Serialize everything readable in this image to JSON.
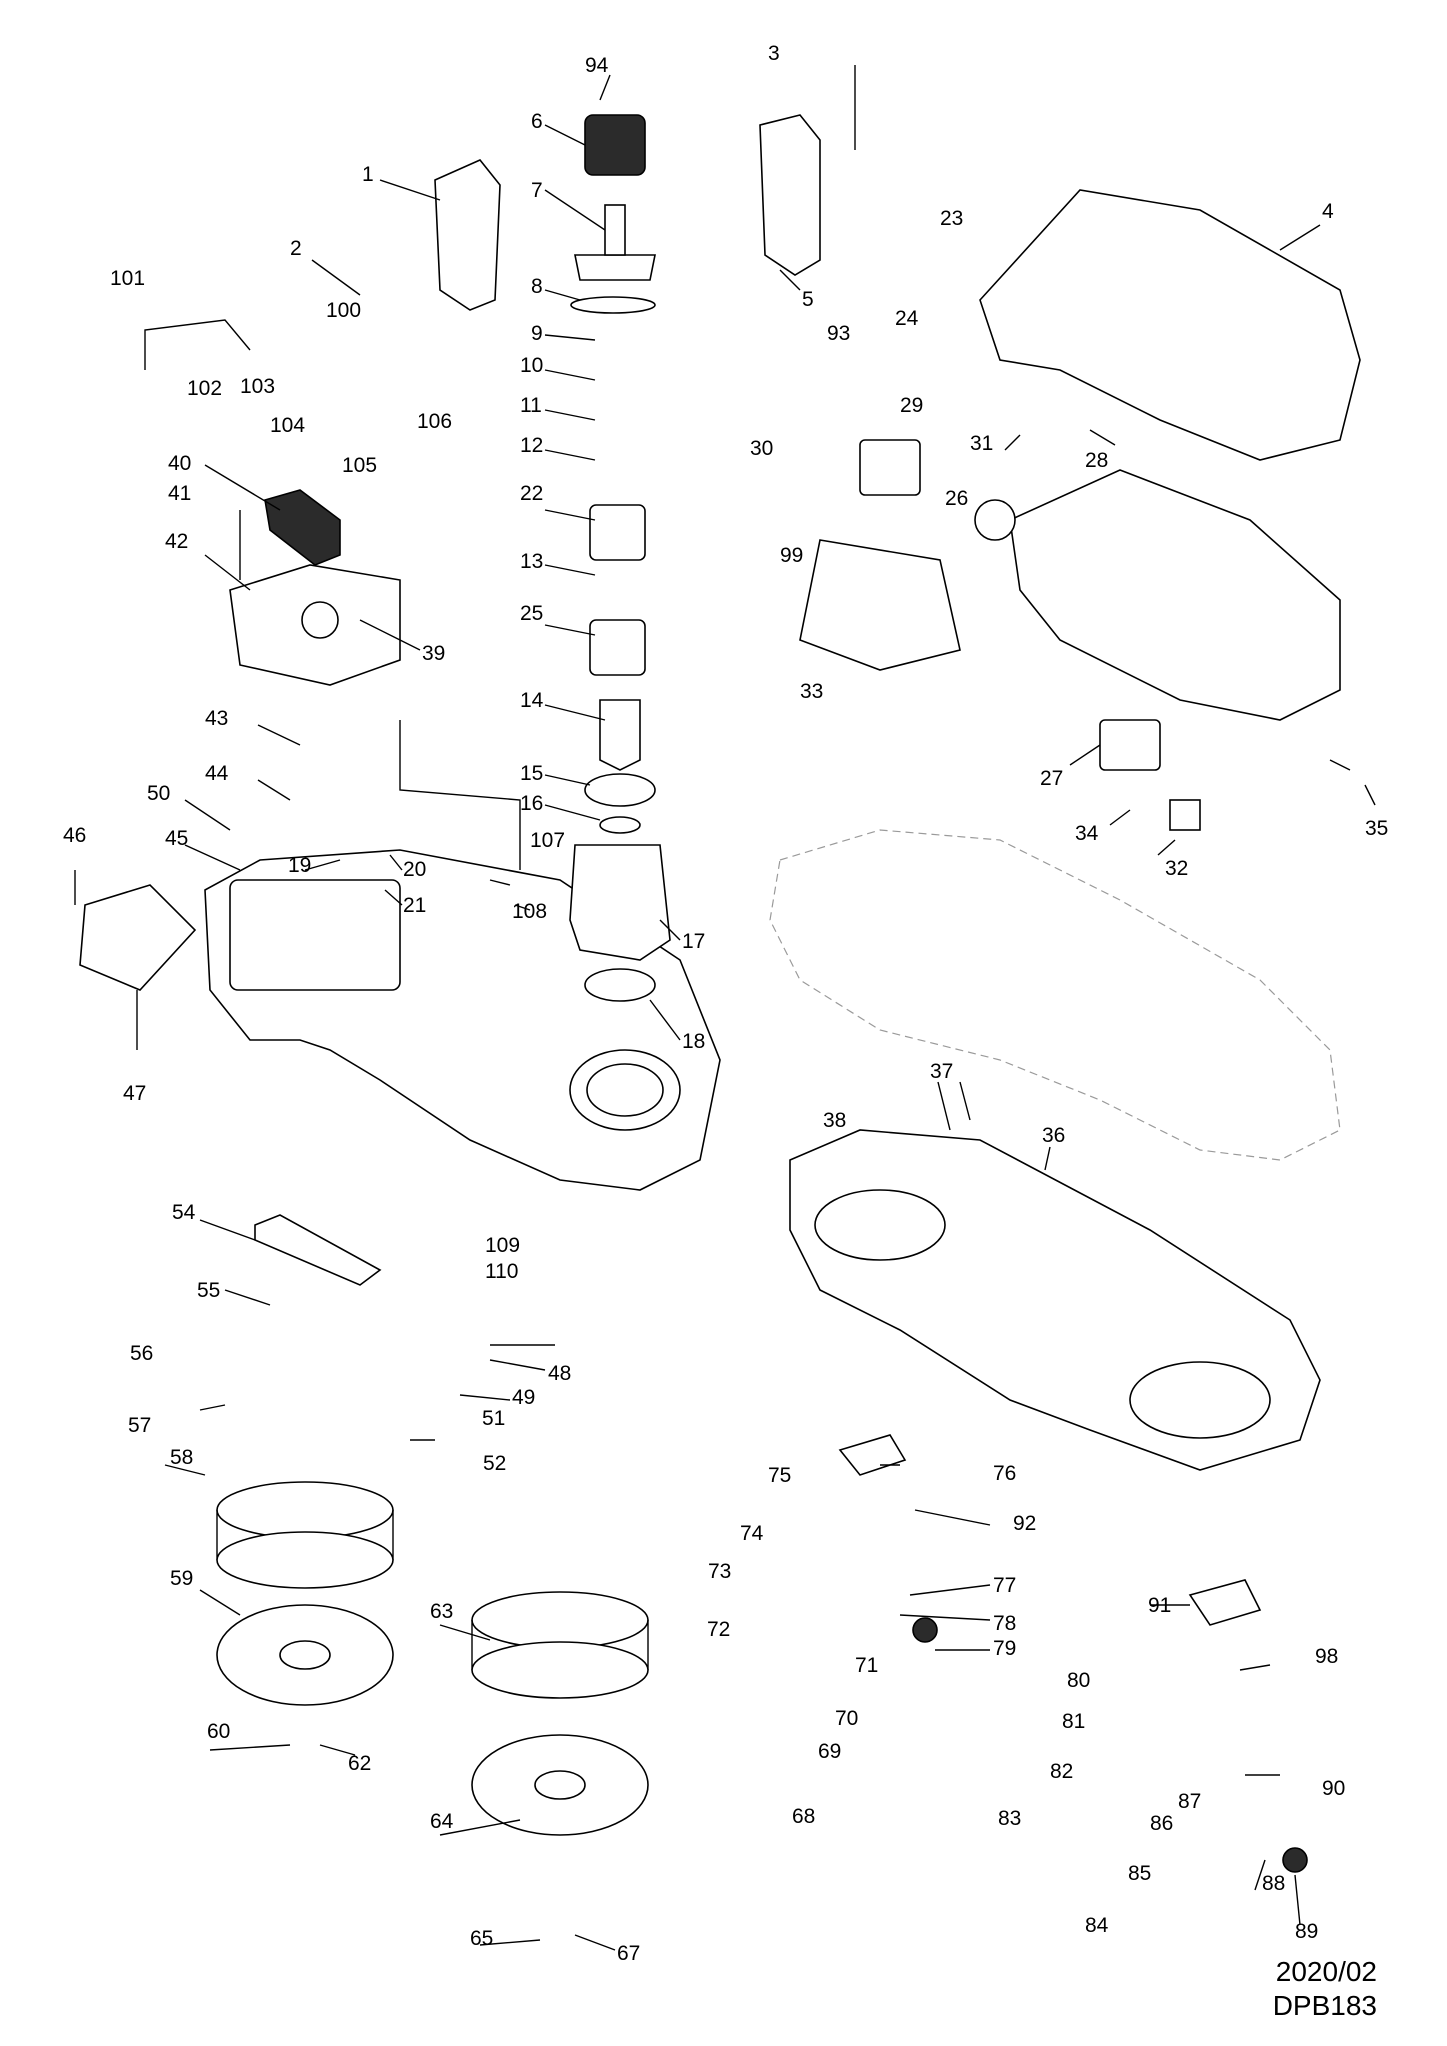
{
  "diagram": {
    "part_numbers": [
      "1",
      "2",
      "3",
      "4",
      "5",
      "6",
      "7",
      "8",
      "9",
      "10",
      "11",
      "12",
      "13",
      "14",
      "15",
      "16",
      "17",
      "18",
      "19",
      "20",
      "21",
      "22",
      "23",
      "24",
      "25",
      "26",
      "27",
      "28",
      "29",
      "30",
      "31",
      "32",
      "33",
      "34",
      "35",
      "36",
      "37",
      "38",
      "39",
      "40",
      "41",
      "42",
      "43",
      "44",
      "45",
      "46",
      "47",
      "48",
      "49",
      "50",
      "51",
      "52",
      "54",
      "55",
      "56",
      "57",
      "58",
      "59",
      "60",
      "62",
      "63",
      "64",
      "65",
      "67",
      "68",
      "69",
      "70",
      "71",
      "72",
      "73",
      "74",
      "75",
      "76",
      "77",
      "78",
      "79",
      "80",
      "81",
      "82",
      "83",
      "84",
      "85",
      "86",
      "87",
      "88",
      "89",
      "90",
      "91",
      "92",
      "93",
      "94",
      "98",
      "99",
      "100",
      "101",
      "102",
      "103",
      "104",
      "105",
      "106",
      "107",
      "108",
      "109",
      "110"
    ]
  },
  "footer": {
    "date": "2020/02",
    "model": "DPB183"
  }
}
